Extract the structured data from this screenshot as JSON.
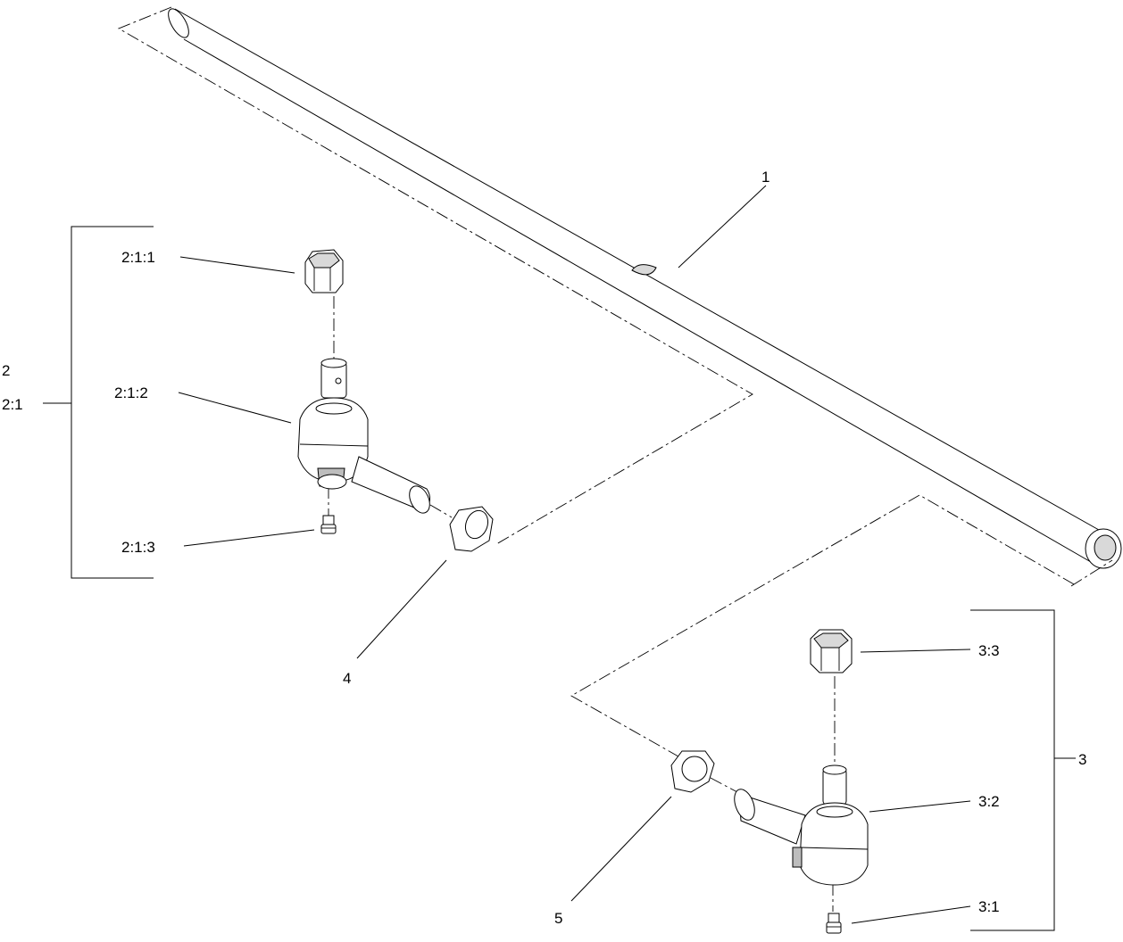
{
  "callouts": {
    "item_1": "1",
    "item_2": "2",
    "item_2_1": "2:1",
    "item_2_1_1": "2:1:1",
    "item_2_1_2": "2:1:2",
    "item_2_1_3": "2:1:3",
    "item_3": "3",
    "item_3_1": "3:1",
    "item_3_2": "3:2",
    "item_3_3": "3:3",
    "item_4": "4",
    "item_5": "5"
  }
}
